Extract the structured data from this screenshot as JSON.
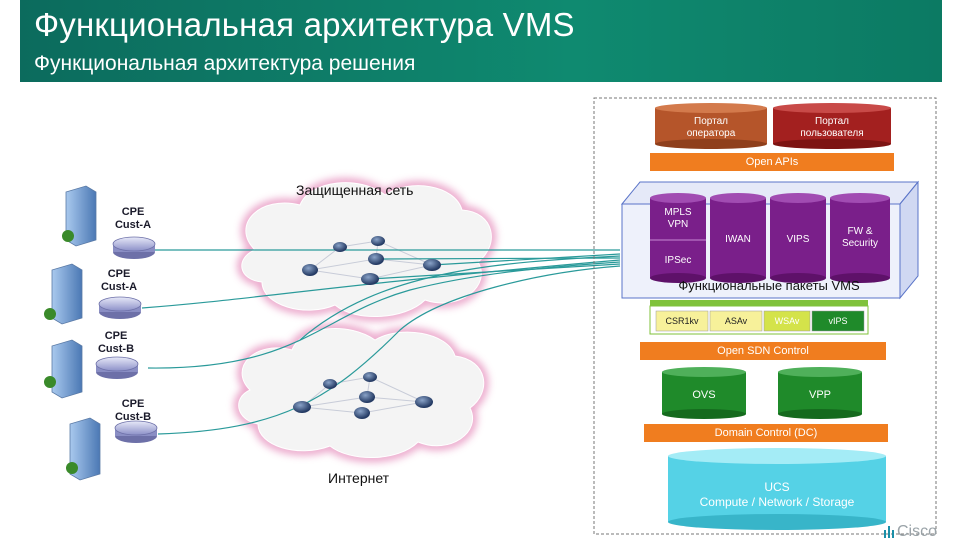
{
  "header": {
    "title": "Функциональная архитектура VMS",
    "subtitle": "Функциональная архитектура решения"
  },
  "networks": {
    "protected": "Защищенная сеть",
    "internet": "Интернет"
  },
  "cpe_devices": [
    {
      "line1": "CPE",
      "line2": "Cust-A"
    },
    {
      "line1": "CPE",
      "line2": "Cust-A"
    },
    {
      "line1": "CPE",
      "line2": "Cust-B"
    },
    {
      "line1": "CPE",
      "line2": "Cust-B"
    }
  ],
  "stack": {
    "portals": [
      {
        "label": "Портал оператора",
        "line1": "Портал",
        "line2": "оператора",
        "color": "#b5552a"
      },
      {
        "label": "Портал пользователя",
        "line1": "Портал",
        "line2": "пользователя",
        "color": "#a3201f"
      }
    ],
    "open_apis": "Open APIs",
    "packages": [
      {
        "line1": "MPLS",
        "line2": "VPN"
      },
      {
        "line1": "IPSec",
        "line2": ""
      },
      {
        "line1": "IWAN",
        "line2": ""
      },
      {
        "line1": "VIPS",
        "line2": ""
      },
      {
        "line1": "FW &",
        "line2": "Security"
      }
    ],
    "packages_caption": "Функциональные пакеты VMS",
    "vnfs": [
      "CSR1kv",
      "ASAv",
      "WSAv",
      "vIPS"
    ],
    "sdn_control": "Open SDN Control",
    "switches": [
      "OVS",
      "VPP"
    ],
    "domain_control": "Domain Control (DC)",
    "infra": {
      "line1": "UCS",
      "line2": "Compute / Network / Storage"
    }
  },
  "colors": {
    "header": "#0f8a70",
    "orange": "#f07d1f",
    "purple": "#7a1f8a",
    "green": "#1f8a2a",
    "lime": "#7fc23a",
    "cyan": "#55d2e6",
    "cloud_glow": "#e89ac0"
  },
  "watermark": "Cisco"
}
